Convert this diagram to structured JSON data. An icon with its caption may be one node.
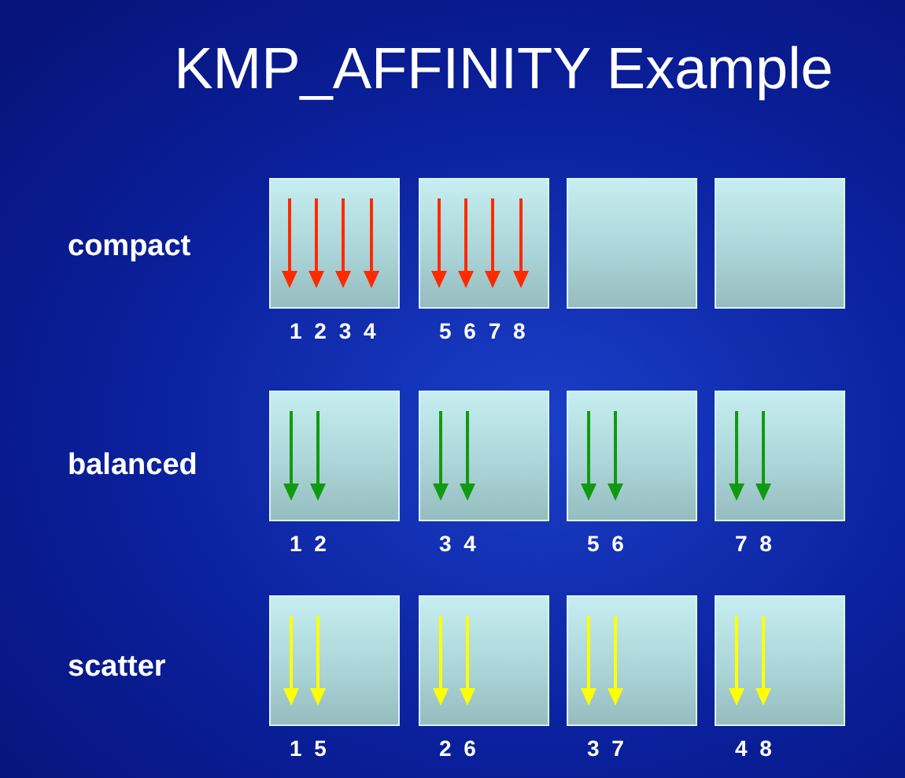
{
  "diagram": {
    "title": "KMP_AFFINITY Example",
    "nodes": [
      {
        "text": [],
        "shape": "box",
        "beside": [
          "1 2 3 4"
        ]
      },
      {
        "text": [],
        "shape": "box",
        "beside": [
          "5 6 7 8"
        ]
      },
      {
        "text": [],
        "shape": "box"
      },
      {
        "text": [],
        "shape": "box"
      },
      {
        "text": [],
        "shape": "box",
        "beside": [
          "1 2"
        ]
      },
      {
        "text": [],
        "shape": "box",
        "beside": [
          "3 4"
        ]
      },
      {
        "text": [],
        "shape": "box",
        "beside": [
          "5 6"
        ]
      },
      {
        "text": [],
        "shape": "box",
        "beside": [
          "7 8"
        ]
      },
      {
        "text": [],
        "shape": "box",
        "beside": [
          "1 5"
        ]
      },
      {
        "text": [],
        "shape": "box",
        "beside": [
          "2 6"
        ]
      },
      {
        "text": [],
        "shape": "box",
        "beside": [
          "3 7"
        ]
      },
      {
        "text": [],
        "shape": "box",
        "beside": [
          "4 8"
        ]
      }
    ],
    "labels": [
      "compact",
      "balanced",
      "scatter"
    ]
  }
}
